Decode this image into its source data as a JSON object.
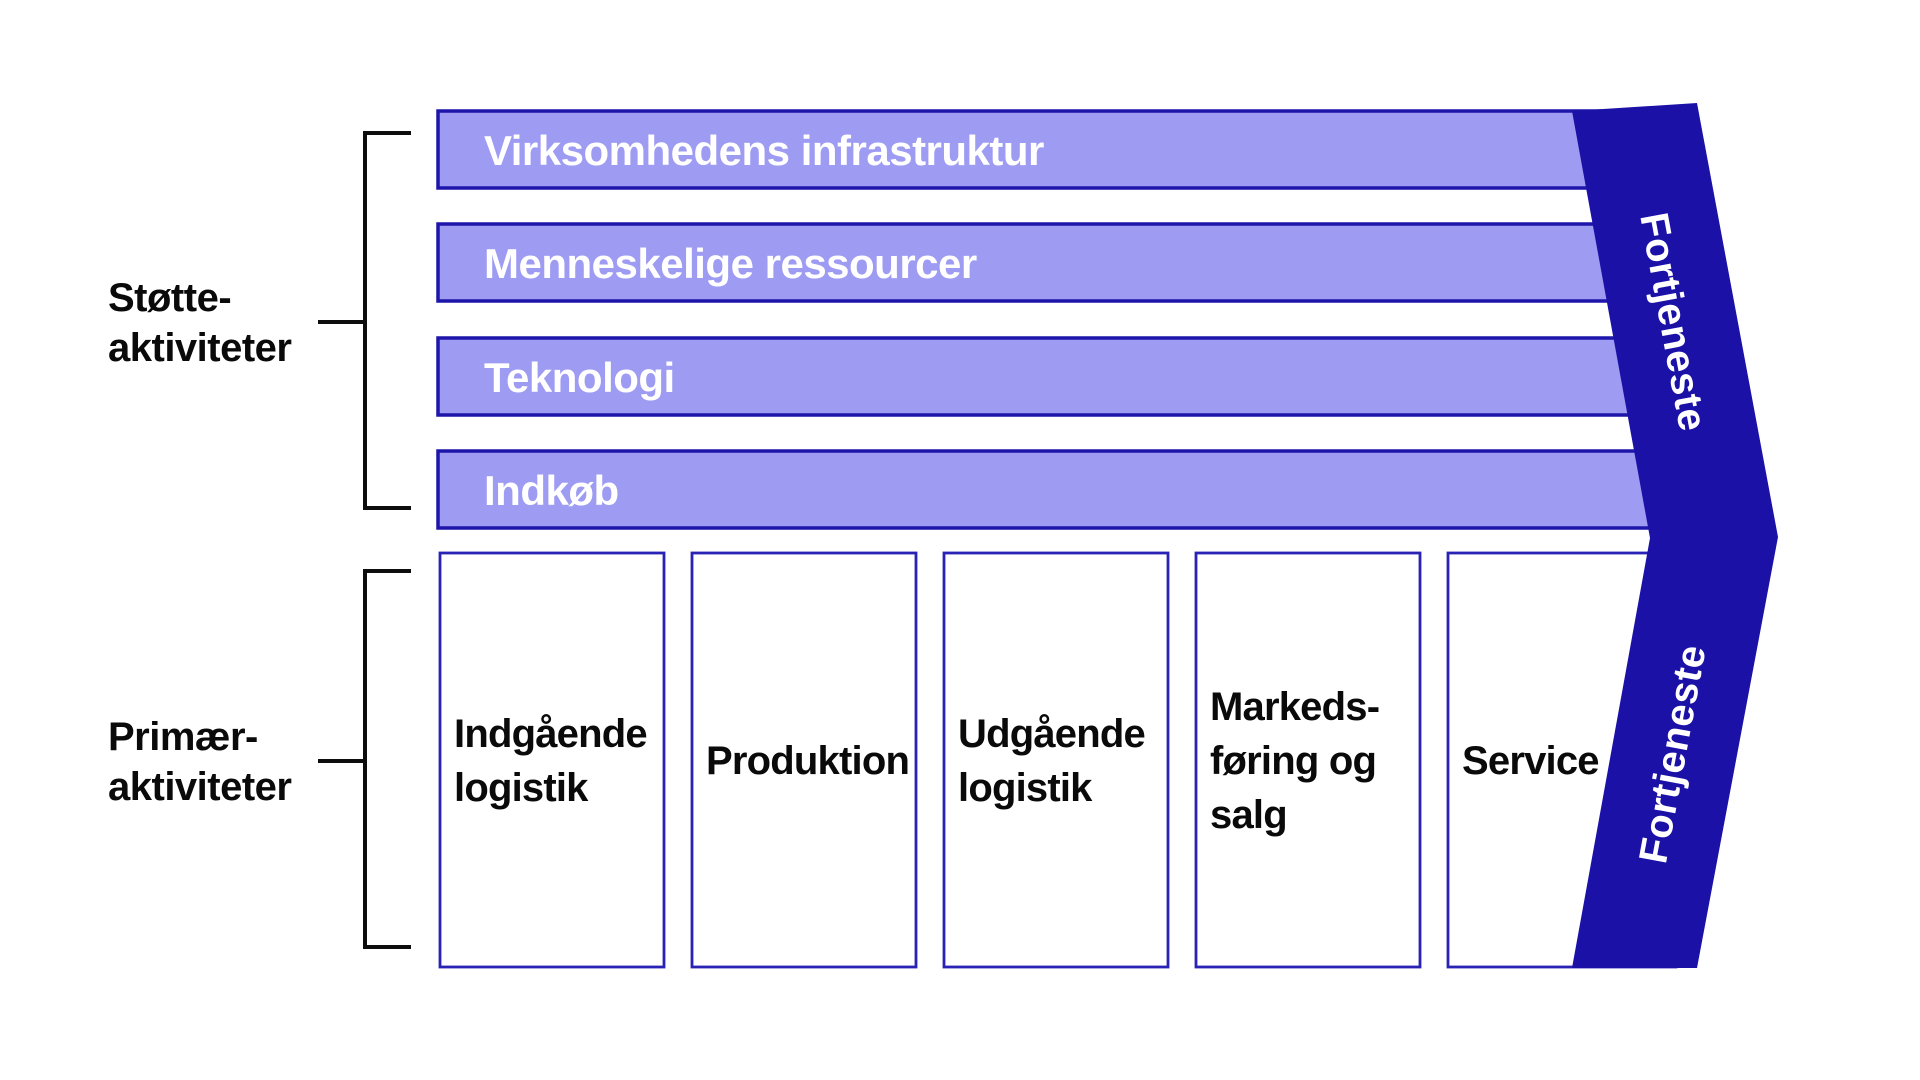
{
  "diagram": {
    "support": {
      "label": [
        "Støtte-",
        "aktiviteter"
      ],
      "bars": [
        "Virksomhedens infrastruktur",
        "Menneskelige ressourcer",
        "Teknologi",
        "Indkøb"
      ]
    },
    "primary": {
      "label": [
        "Primær-",
        "aktiviteter"
      ],
      "boxes": [
        [
          "Indgående",
          "logistik"
        ],
        [
          "Produktion"
        ],
        [
          "Udgående",
          "logistik"
        ],
        [
          "Markeds-",
          "føring og",
          "salg"
        ],
        [
          "Service"
        ]
      ]
    },
    "profit": {
      "top": "Fortjeneste",
      "bottom": "Fortjeneste"
    },
    "colors": {
      "bar_fill": "#9e9bf3",
      "bar_border": "#1e15ab",
      "box_border": "#2a21b5",
      "arrow_fill": "#1b11a7",
      "bracket": "#0d0d0d",
      "bar_text": "#ffffff",
      "arrow_text": "#ffffff",
      "label_text": "#0a0a0a"
    }
  }
}
